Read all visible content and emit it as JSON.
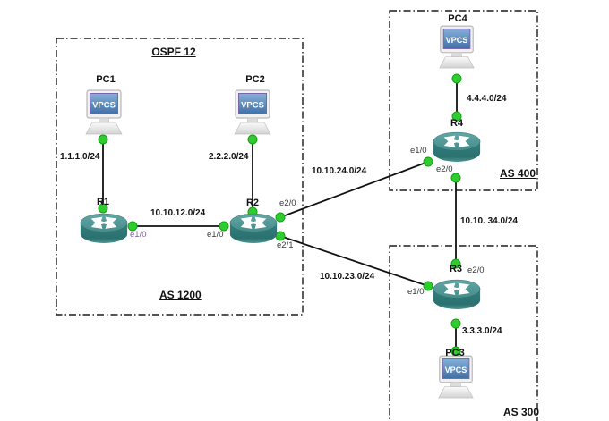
{
  "diagram_type": "network-topology",
  "groups": {
    "ospf": {
      "title": "OSPF 12",
      "as_label": "AS 1200"
    },
    "as400": {
      "as_label": "AS 400"
    },
    "as300": {
      "as_label": "AS 300"
    }
  },
  "nodes": {
    "pc1": {
      "label": "PC1",
      "screen": "VPCS"
    },
    "pc2": {
      "label": "PC2",
      "screen": "VPCS"
    },
    "pc3": {
      "label": "PC3",
      "screen": "VPCS"
    },
    "pc4": {
      "label": "PC4",
      "screen": "VPCS"
    },
    "r1": {
      "label": "R1"
    },
    "r2": {
      "label": "R2"
    },
    "r3": {
      "label": "R3"
    },
    "r4": {
      "label": "R4"
    }
  },
  "links": {
    "pc1_r1": {
      "subnet": "1.1.1.0/24"
    },
    "pc2_r2": {
      "subnet": "2.2.2.0/24"
    },
    "r1_r2": {
      "subnet": "10.10.12.0/24"
    },
    "r2_r4": {
      "subnet": "10.10.24.0/24"
    },
    "r2_r3": {
      "subnet": "10.10.23.0/24"
    },
    "r4_r3": {
      "subnet": "10.10. 34.0/24"
    },
    "r4_pc4": {
      "subnet": "4.4.4.0/24"
    },
    "r3_pc3": {
      "subnet": "3.3.3.0/24"
    }
  },
  "interfaces": {
    "r1_e10": {
      "label": "e1/0"
    },
    "r2_e10": {
      "label": "e1/0"
    },
    "r2_e20": {
      "label": "e2/0"
    },
    "r2_e21": {
      "label": "e2/1"
    },
    "r4_e10": {
      "label": "e1/0"
    },
    "r4_e20": {
      "label": "e2/0"
    },
    "r3_e10": {
      "label": "e1/0"
    },
    "r3_e20": {
      "label": "e2/0"
    }
  },
  "colors": {
    "router_body": "#2f7b7a",
    "router_top": "#569d9b",
    "link_line": "#111111",
    "endpoint_dot": "#2ecc2e",
    "box_border": "#1a1a1a",
    "pc_screen": "#4e80b8",
    "iface_highlight": "#7e5fa5"
  }
}
